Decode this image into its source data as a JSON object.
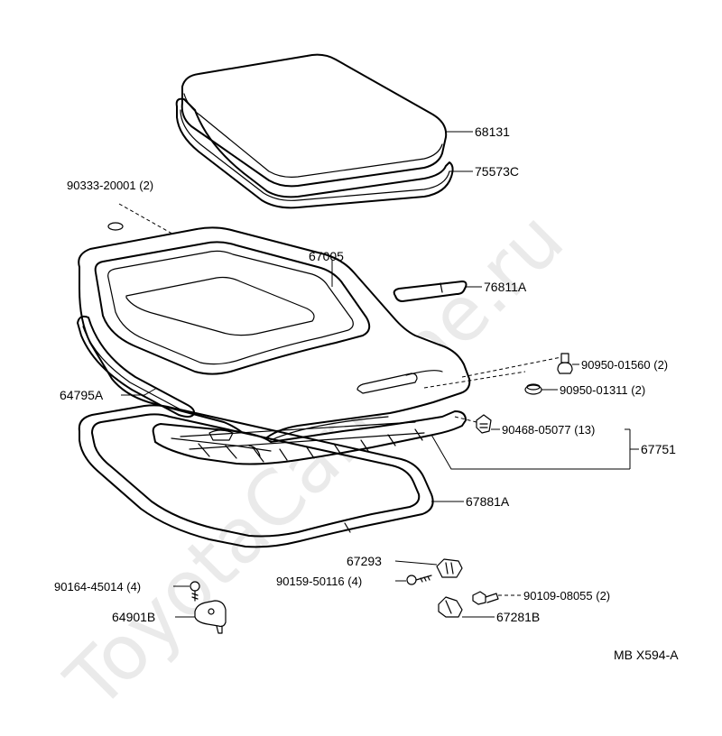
{
  "watermark": "ToyotaCarMine.ru",
  "diagram_code": "MB X594-A",
  "parts": {
    "p68131": "68131",
    "p75573C": "75573C",
    "p90333": "90333-20001 (2)",
    "p67005": "67005",
    "p76811A": "76811A",
    "p90950_01560": "90950-01560 (2)",
    "p90950_01311": "90950-01311 (2)",
    "p64795A": "64795A",
    "p90468": "90468-05077 (13)",
    "p67751": "67751",
    "p67881A": "67881A",
    "p67293": "67293",
    "p90159": "90159-50116 (4)",
    "p90164": "90164-45014 (4)",
    "p90109": "90109-08055 (2)",
    "p64901B": "64901B",
    "p67281B": "67281B"
  }
}
